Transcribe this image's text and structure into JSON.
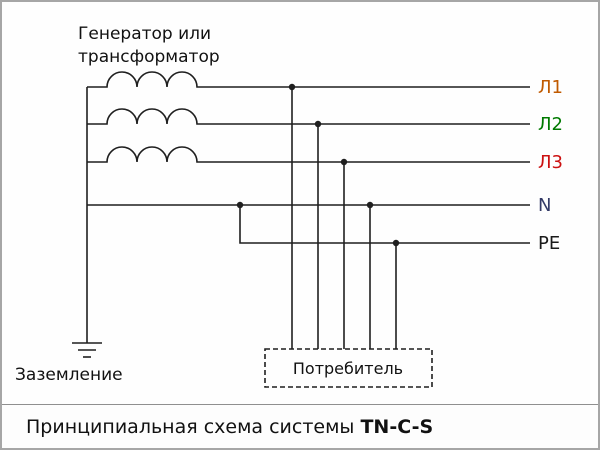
{
  "diagram": {
    "source_label_line1": "Генератор или",
    "source_label_line2": "трансформатор",
    "ground_label": "Заземление",
    "consumer_label": "Потребитель",
    "wire_color": "#1f1f1f",
    "lines": [
      {
        "label": "Л1",
        "color": "#c05a00"
      },
      {
        "label": "Л2",
        "color": "#007a00"
      },
      {
        "label": "Л3",
        "color": "#cc1111"
      },
      {
        "label": "N",
        "color": "#333a66"
      },
      {
        "label": "PE",
        "color": "#1a1a1a"
      }
    ]
  },
  "caption": {
    "text": "Принципиальная схема системы ",
    "bold": "TN-C-S"
  }
}
